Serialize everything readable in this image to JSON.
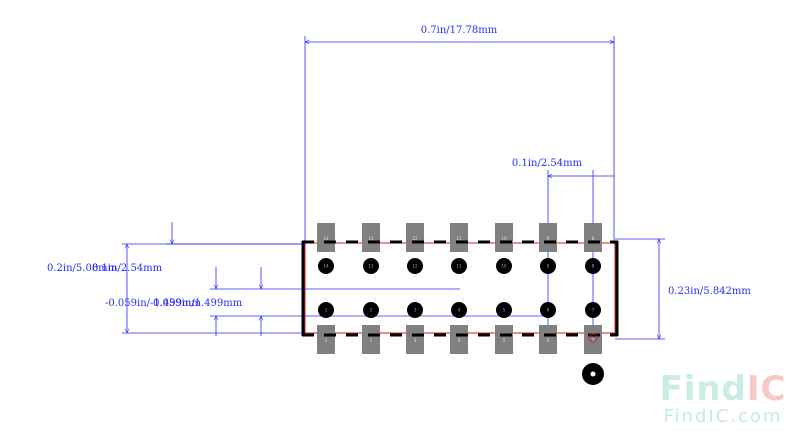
{
  "dimensions": {
    "width_top": "0.7in/17.78mm",
    "pitch": "0.1in/2.54mm",
    "height_right": "0.23in/5.842mm",
    "left_outer": "0.2in/5.08mm",
    "left_inner": "0.1in/2.54mm",
    "pad_offset_a": "-0.059in/-1.499mm",
    "pad_offset_b": "0.059in/1.499mm"
  },
  "pads_top": [
    "14",
    "13",
    "12",
    "11",
    "10",
    "9",
    "8"
  ],
  "pads_bottom": [
    "1",
    "2",
    "3",
    "4",
    "5",
    "6",
    "7"
  ],
  "colors": {
    "dimension": "#2a2aff",
    "pad": "#808080",
    "outline": "#000000",
    "courtyard": "#cc2222",
    "watermark_find": "#c9ece4",
    "watermark_ic": "#f7c9c4"
  },
  "watermark": {
    "find": "Find",
    "ic": "IC",
    "sub": "FindIC.com"
  }
}
